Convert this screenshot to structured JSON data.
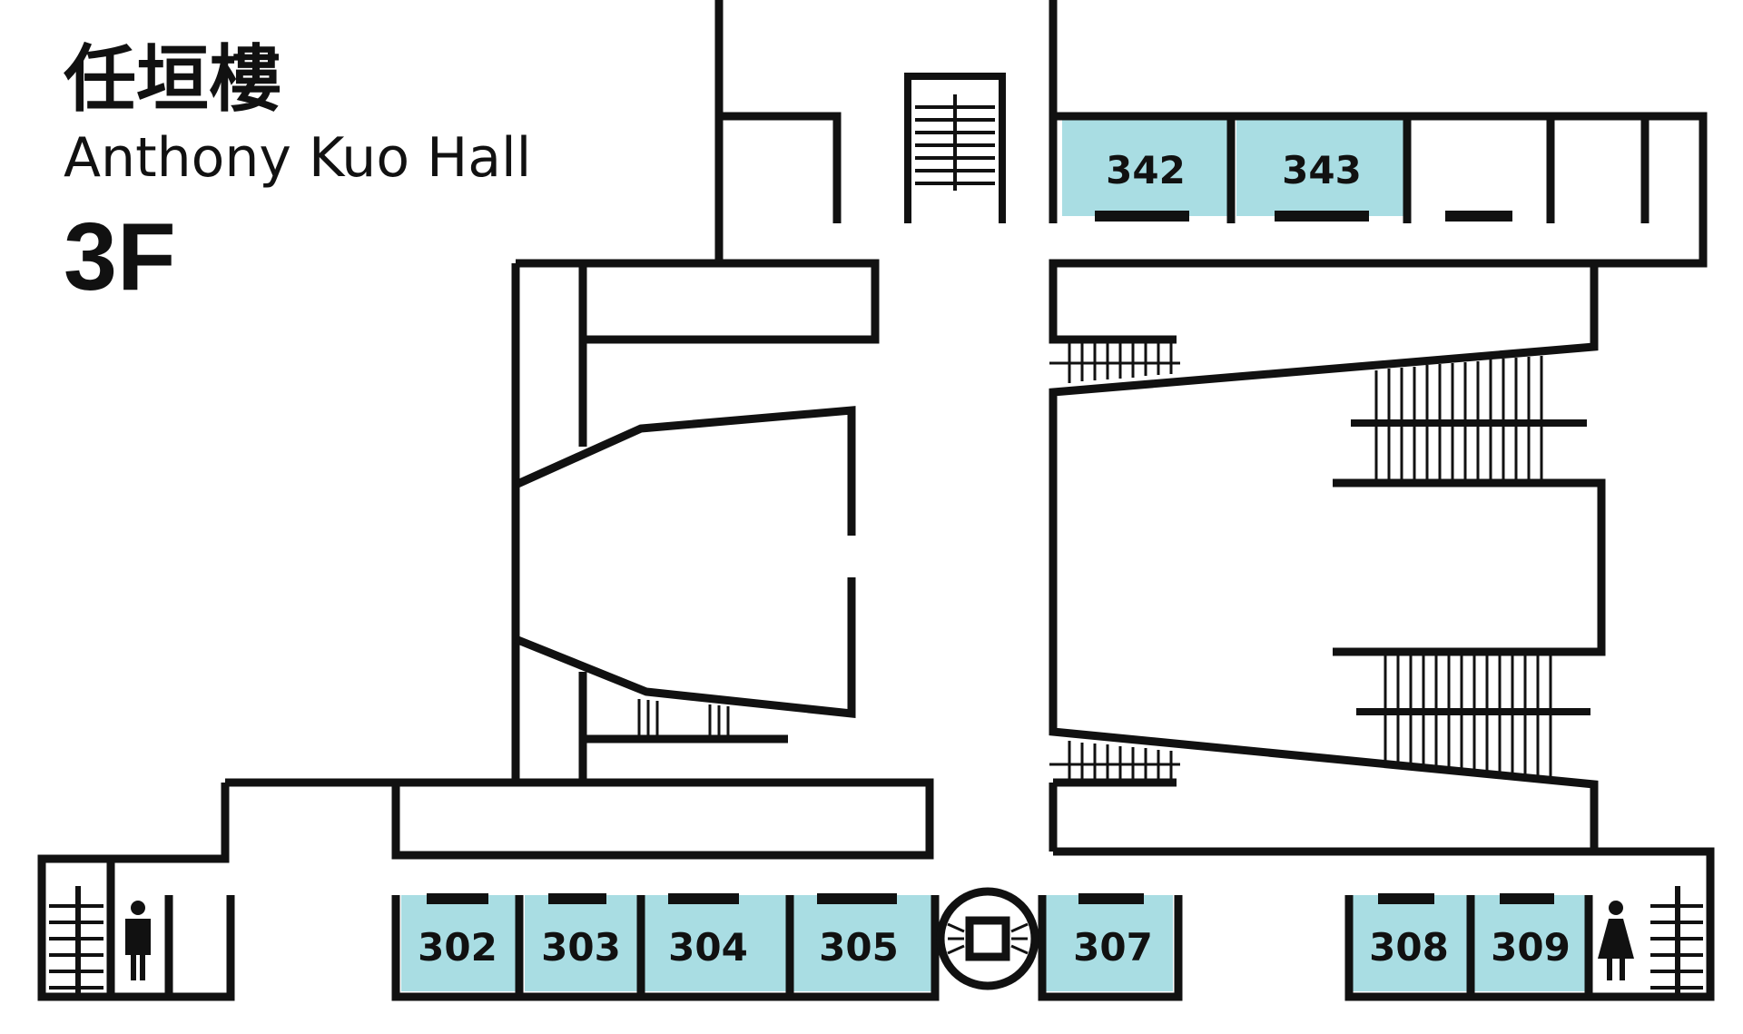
{
  "building": {
    "name_zh": "任垣樓",
    "name_en": "Anthony Kuo Hall",
    "floor": "3F"
  },
  "colors": {
    "wall": "#111111",
    "room_fill": "#a9dde3",
    "background": "#ffffff"
  },
  "rooms": [
    {
      "id": "342",
      "label": "342"
    },
    {
      "id": "343",
      "label": "343"
    },
    {
      "id": "302",
      "label": "302"
    },
    {
      "id": "303",
      "label": "303"
    },
    {
      "id": "304",
      "label": "304"
    },
    {
      "id": "305",
      "label": "305"
    },
    {
      "id": "307",
      "label": "307"
    },
    {
      "id": "308",
      "label": "308"
    },
    {
      "id": "309",
      "label": "309"
    }
  ],
  "icons": {
    "restroom_men": "male-restroom-icon",
    "restroom_women": "female-restroom-icon",
    "elevator": "elevator-icon",
    "stairs": "stairs-icon"
  }
}
